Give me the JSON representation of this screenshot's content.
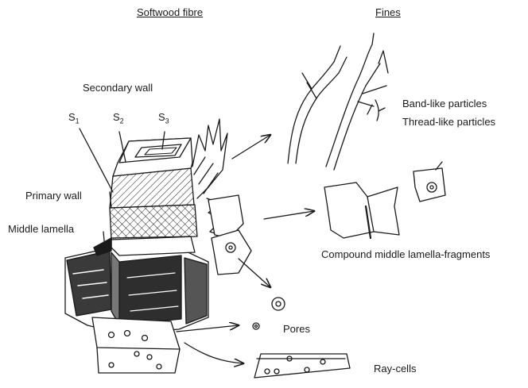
{
  "headings": {
    "left": "Softwood fibre",
    "right": "Fines"
  },
  "labels": {
    "secondary_wall": "Secondary wall",
    "s1": "S",
    "s1_sub": "1",
    "s2": "S",
    "s2_sub": "2",
    "s3": "S",
    "s3_sub": "3",
    "primary_wall": "Primary wall",
    "middle_lamella": "Middle lamella",
    "band_like": "Band-like particles",
    "thread_like": "Thread-like particles",
    "compound_fragments": "Compound middle lamella-fragments",
    "pores": "Pores",
    "ray_cells": "Ray-cells"
  },
  "colors": {
    "ink": "#1a1a1a",
    "background": "#ffffff"
  }
}
